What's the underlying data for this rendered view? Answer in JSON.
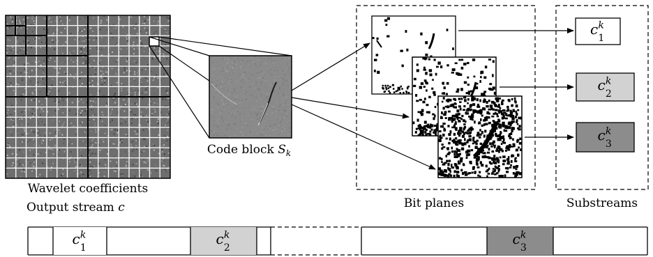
{
  "labels": {
    "wavelet": "Wavelet coefficients",
    "code_block_prefix": "Code block ",
    "code_block_symbol": "S",
    "code_block_sub": "k",
    "bit_planes": "Bit planes",
    "substreams": "Substreams",
    "output_stream_prefix": "Output stream ",
    "output_stream_symbol": "c"
  },
  "substreams": [
    {
      "base": "c",
      "sub": "1",
      "sup": "k",
      "fill": "#ffffff"
    },
    {
      "base": "c",
      "sub": "2",
      "sup": "k",
      "fill": "#d2d2d2"
    },
    {
      "base": "c",
      "sub": "3",
      "sup": "k",
      "fill": "#8c8c8c"
    }
  ],
  "output_segments": [
    {
      "base": "c",
      "sub": "1",
      "sup": "k",
      "fill": "#ffffff"
    },
    {
      "base": "c",
      "sub": "2",
      "sup": "k",
      "fill": "#d2d2d2"
    },
    {
      "base": "c",
      "sub": "3",
      "sup": "k",
      "fill": "#8c8c8c"
    }
  ]
}
